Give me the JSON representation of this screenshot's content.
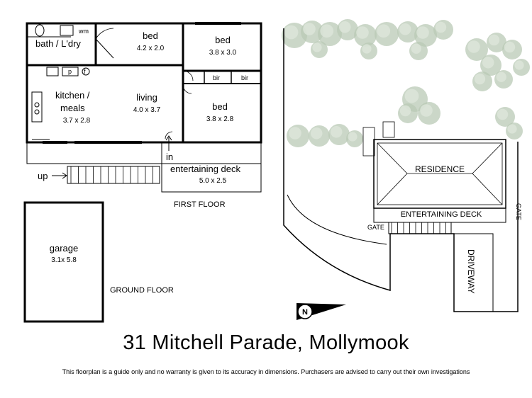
{
  "rooms": {
    "bath": {
      "name": "bath / L'dry",
      "wm": "wm"
    },
    "bed1": {
      "name": "bed",
      "dims": "4.2 x 2.0"
    },
    "bed2": {
      "name": "bed",
      "dims": "3.8 x 3.0"
    },
    "bir": [
      "bir",
      "bir"
    ],
    "kitchen": {
      "name_line1": "kitchen /",
      "name_line2": "meals",
      "dims": "3.7 x 2.8"
    },
    "living": {
      "name": "living",
      "dims": "4.0 x 3.7"
    },
    "bed3": {
      "name": "bed",
      "dims": "3.8 x 2.8"
    },
    "deck": {
      "name": "entertaining deck",
      "dims": "5.0 x 2.5"
    },
    "garage": {
      "name": "garage",
      "dims": "3.1x 5.8"
    }
  },
  "fixtures": {
    "pantry": "p",
    "fridge": "f"
  },
  "markers": {
    "up": "up",
    "in": "in"
  },
  "floor_labels": {
    "first": "FIRST FLOOR",
    "ground": "GROUND FLOOR"
  },
  "site": {
    "residence": "RESIDENCE",
    "deck": "ENTERTAINING DECK",
    "gate_left": "GATE",
    "gate_right": "GATE",
    "driveway": "DRIVEWAY",
    "north": "N"
  },
  "title": "31 Mitchell Parade, Mollymook",
  "disclaimer": "This floorplan is a guide only and no warranty is given to its accuracy in dimensions. Purchasers are advised to carry out their own investigations"
}
